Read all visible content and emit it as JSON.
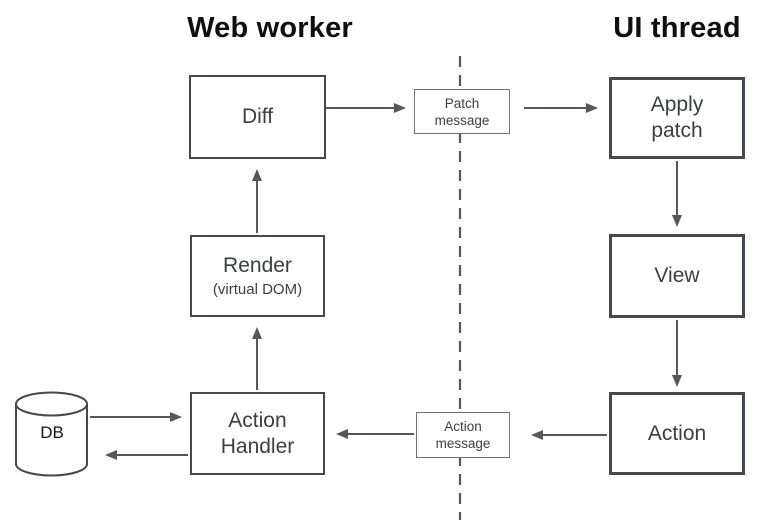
{
  "titles": {
    "web_worker": "Web worker",
    "ui_thread": "UI thread"
  },
  "nodes": {
    "diff": {
      "label": "Diff"
    },
    "render": {
      "label": "Render",
      "sublabel": "(virtual DOM)"
    },
    "action_handler": {
      "label": "Action\nHandler"
    },
    "db": {
      "label": "DB"
    },
    "patch_message": {
      "label": "Patch\nmessage"
    },
    "action_message": {
      "label": "Action\nmessage"
    },
    "apply_patch": {
      "label": "Apply\npatch"
    },
    "view": {
      "label": "View"
    },
    "action": {
      "label": "Action"
    }
  },
  "colors": {
    "background": "#ffffff",
    "box_border": "#45494c",
    "thin_border": "#6f7376",
    "arrow": "#54585b",
    "text": "#3b3f42",
    "title_text": "#0f0f0f"
  }
}
